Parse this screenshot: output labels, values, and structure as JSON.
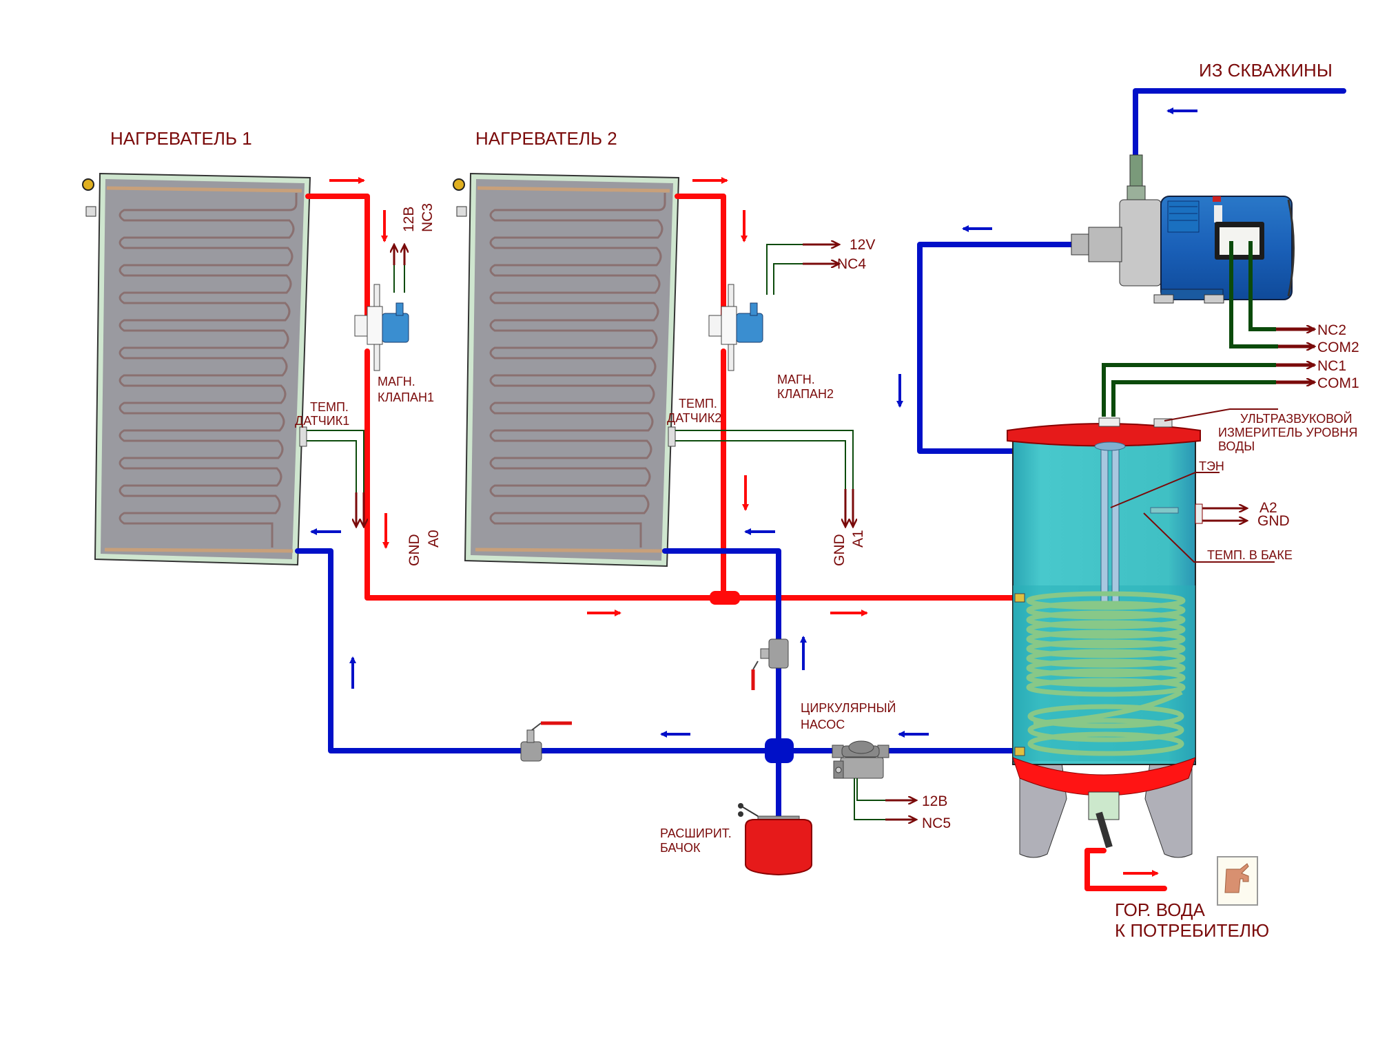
{
  "title": "Схема солнечного водонагревателя",
  "labels": {
    "heater1": "НАГРЕВАТЕЛЬ 1",
    "heater2": "НАГРЕВАТЕЛЬ 2",
    "from_well": "ИЗ СКВАЖИНЫ",
    "valve1_line1": "МАГН.",
    "valve1_line2": "КЛАПАН1",
    "valve2_line1": "МАГН.",
    "valve2_line2": "КЛАПАН2",
    "sensor1_line1": "ТЕМП.",
    "sensor1_line2": "ДАТЧИК1",
    "sensor2_line1": "ТЕМП.",
    "sensor2_line2": "ДАТЧИК2",
    "ultrasonic_line1": "УЛЬТРАЗВУКОВОЙ",
    "ultrasonic_line2": "ИЗМЕРИТЕЛЬ УРОВНЯ",
    "ultrasonic_line3": "ВОДЫ",
    "heating_element": "ТЭН",
    "tank_temp": "ТЕМП. В БАКЕ",
    "circ_pump_line1": "ЦИРКУЛЯРНЫЙ",
    "circ_pump_line2": "НАСОС",
    "expansion_line1": "РАСШИРИТ.",
    "expansion_line2": "БАЧОК",
    "hot_water_line1": "ГОР. ВОДА",
    "hot_water_line2": "К ПОТРЕБИТЕЛЮ"
  },
  "signals": {
    "valve1_power": "12В",
    "valve1_ctrl": "NC3",
    "valve2_power": "12V",
    "valve2_ctrl": "NC4",
    "sensor1_gnd": "GND",
    "sensor1_out": "A0",
    "sensor2_gnd": "GND",
    "sensor2_out": "A1",
    "tank_sensor_out": "A2",
    "tank_sensor_gnd": "GND",
    "well_pump_nc": "NC2",
    "well_pump_com": "COM2",
    "heater_nc": "NC1",
    "heater_com": "COM1",
    "circ_pump_power": "12В",
    "circ_pump_ctrl": "NC5"
  },
  "colors": {
    "hot_pipe": "#ff0a0a",
    "cold_pipe": "#0010c8",
    "label_text": "#7a0a0a",
    "wire": "#0b4a0b"
  }
}
